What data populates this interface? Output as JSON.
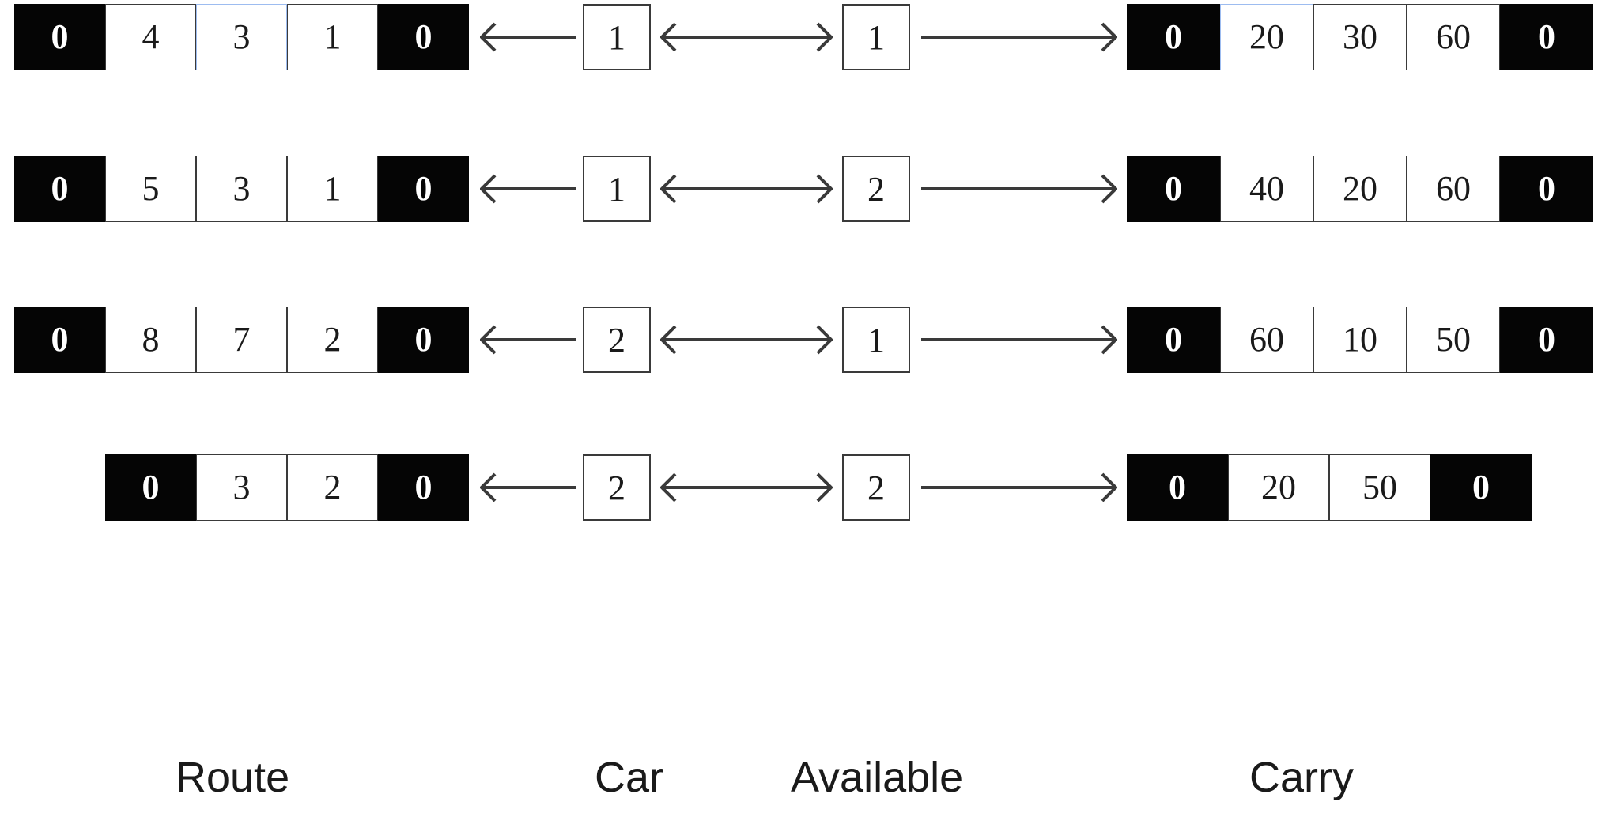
{
  "figure": {
    "type": "diagram",
    "description": "Solution-encoding arrays for a vehicle routing representation",
    "columns": [
      "Route",
      "Car",
      "Available",
      "Carry"
    ]
  },
  "labels": {
    "route": "Route",
    "car": "Car",
    "available": "Available",
    "carry": "Carry"
  },
  "colors": {
    "depot_fill": "#050505",
    "depot_text": "#ffffff",
    "stop_fill": "#ffffff",
    "stop_text": "#1a1a1a",
    "border": "#3a3a3a",
    "highlight_border": "#9dbcf0",
    "arrow": "#3a3a3a",
    "background": "#ffffff"
  },
  "rows": [
    {
      "id": "row-1",
      "route": [
        "0",
        "4",
        "3",
        "1",
        "0"
      ],
      "route_highlight": [
        false,
        false,
        true,
        false,
        false
      ],
      "car": "1",
      "available": "1",
      "carry": [
        "0",
        "20",
        "30",
        "60",
        "0"
      ],
      "carry_highlight": [
        false,
        true,
        false,
        false,
        false
      ],
      "arrow_left": "left",
      "arrow_middle": "both",
      "arrow_right": "right"
    },
    {
      "id": "row-2",
      "route": [
        "0",
        "5",
        "3",
        "1",
        "0"
      ],
      "route_highlight": [
        false,
        false,
        false,
        false,
        false
      ],
      "car": "1",
      "available": "2",
      "carry": [
        "0",
        "40",
        "20",
        "60",
        "0"
      ],
      "carry_highlight": [
        false,
        false,
        false,
        false,
        false
      ],
      "arrow_left": "left",
      "arrow_middle": "both",
      "arrow_right": "right"
    },
    {
      "id": "row-3",
      "route": [
        "0",
        "8",
        "7",
        "2",
        "0"
      ],
      "route_highlight": [
        false,
        false,
        false,
        false,
        false
      ],
      "car": "2",
      "available": "1",
      "carry": [
        "0",
        "60",
        "10",
        "50",
        "0"
      ],
      "carry_highlight": [
        false,
        false,
        false,
        false,
        false
      ],
      "arrow_left": "left",
      "arrow_middle": "both",
      "arrow_right": "right"
    },
    {
      "id": "row-4",
      "route": [
        "0",
        "3",
        "2",
        "0"
      ],
      "route_highlight": [
        false,
        false,
        false,
        false
      ],
      "car": "2",
      "available": "2",
      "carry": [
        "0",
        "20",
        "50",
        "0"
      ],
      "carry_highlight": [
        false,
        false,
        false,
        false
      ],
      "arrow_left": "left",
      "arrow_middle": "both",
      "arrow_right": "right"
    }
  ]
}
